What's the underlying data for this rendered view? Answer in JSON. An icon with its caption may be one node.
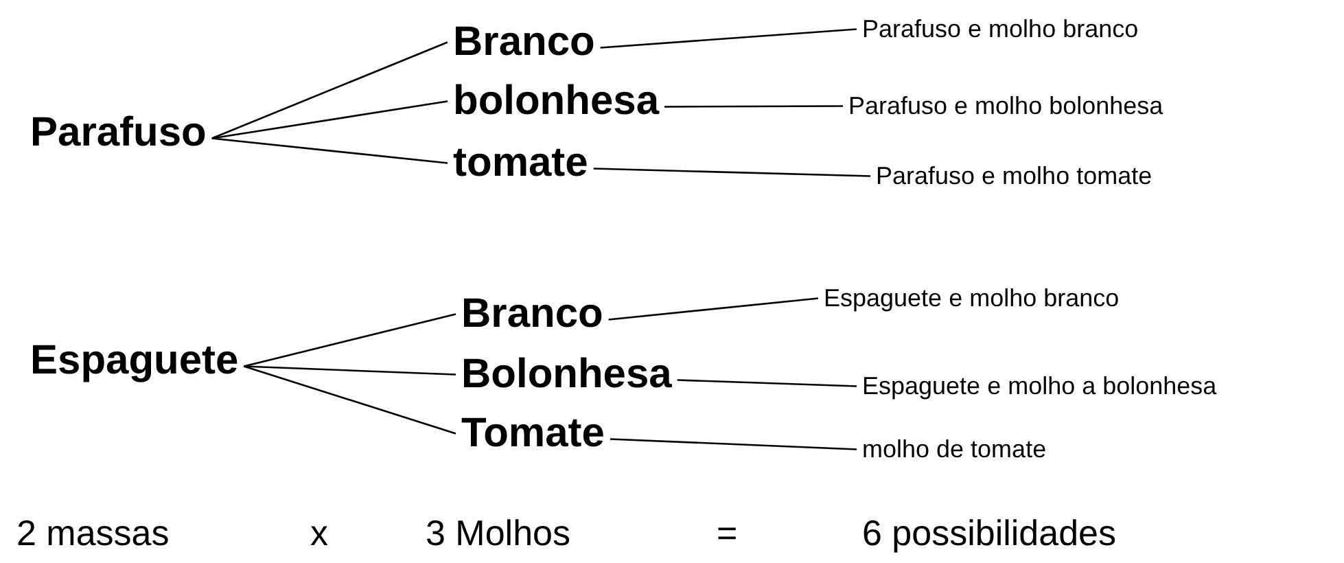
{
  "diagram": {
    "nodes": [
      {
        "text": [
          "Parafuso"
        ]
      },
      {
        "text": [
          "Branco"
        ]
      },
      {
        "text": [
          "bolonhesa"
        ]
      },
      {
        "text": [
          "tomate"
        ]
      },
      {
        "text": [
          "Parafuso e molho branco"
        ]
      },
      {
        "text": [
          "Parafuso e molho bolonhesa"
        ]
      },
      {
        "text": [
          "Parafuso e molho tomate"
        ]
      },
      {
        "text": [
          "Espaguete"
        ]
      },
      {
        "text": [
          "Branco"
        ]
      },
      {
        "text": [
          "Bolonhesa"
        ]
      },
      {
        "text": [
          "Tomate"
        ]
      },
      {
        "text": [
          "Espaguete e molho branco"
        ]
      },
      {
        "text": [
          "Espaguete e molho a bolonhesa"
        ]
      },
      {
        "text": [
          "molho de tomate"
        ]
      }
    ],
    "edges": [
      {
        "from": 0,
        "to": 1,
        "arrow": "none"
      },
      {
        "from": 0,
        "to": 2,
        "arrow": "none"
      },
      {
        "from": 0,
        "to": 3,
        "arrow": "none"
      },
      {
        "from": 1,
        "to": 4,
        "arrow": "none"
      },
      {
        "from": 2,
        "to": 5,
        "arrow": "none"
      },
      {
        "from": 3,
        "to": 6,
        "arrow": "none"
      },
      {
        "from": 7,
        "to": 8,
        "arrow": "none"
      },
      {
        "from": 7,
        "to": 9,
        "arrow": "none"
      },
      {
        "from": 7,
        "to": 10,
        "arrow": "none"
      },
      {
        "from": 8,
        "to": 11,
        "arrow": "none"
      },
      {
        "from": 9,
        "to": 12,
        "arrow": "none"
      },
      {
        "from": 10,
        "to": 13,
        "arrow": "none"
      }
    ],
    "labels": [
      "2 massas",
      "x",
      "3 Molhos",
      "=",
      "6 possibilidades"
    ]
  }
}
